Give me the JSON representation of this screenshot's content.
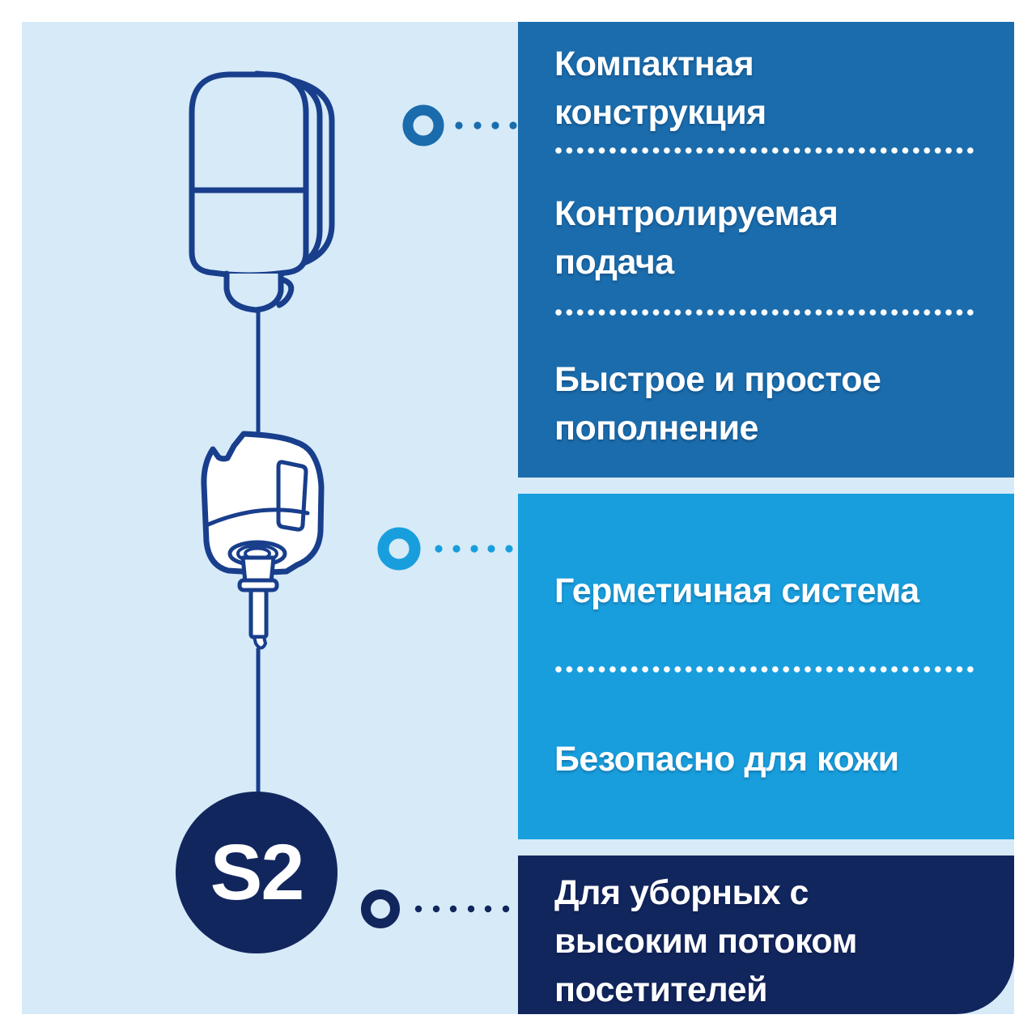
{
  "colors": {
    "page_bg": "#FFFFFF",
    "canvas_bg": "#D6EAF8",
    "panel_top": "#1A6CAC",
    "panel_middle": "#189EDD",
    "panel_bottom": "#12265E",
    "line_art": "#183E8C",
    "text": "#FFFFFF"
  },
  "badge": {
    "label": "S2"
  },
  "panels": {
    "top": {
      "features": [
        {
          "label": "Компактная конструкция"
        },
        {
          "label": "Контролируемая подача"
        },
        {
          "label": "Быстрое и простое пополнение"
        }
      ]
    },
    "middle": {
      "features": [
        {
          "label": "Герметичная система"
        },
        {
          "label": "Безопасно для кожи"
        }
      ]
    },
    "bottom": {
      "features": [
        {
          "label": "Для уборных с высоким потоком посетителей"
        }
      ]
    }
  },
  "icons": {
    "dispenser": "mini-soap-dispenser-line-art",
    "refill_bottle": "soap-refill-bottle-line-art",
    "connector": "ring-with-dotted-leader",
    "badge_shape": "filled-circle"
  }
}
